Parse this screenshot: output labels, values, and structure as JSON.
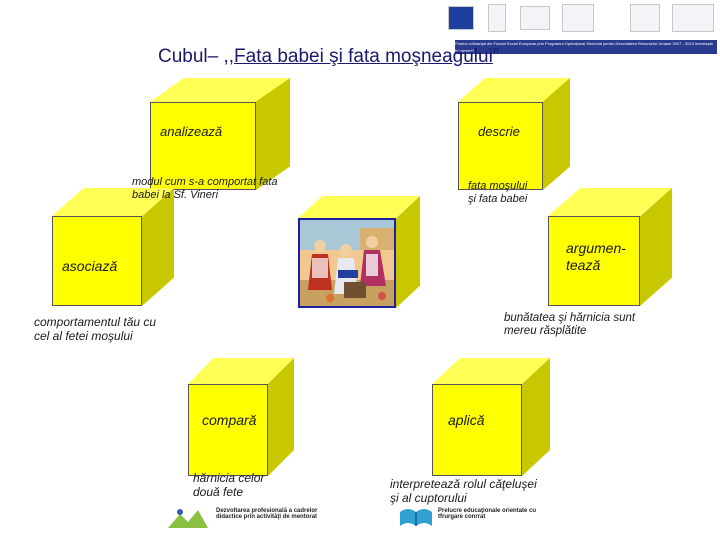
{
  "title": {
    "prefix": "Cubul– ,,",
    "underlined": "Fata babei şi fata moşneagului",
    "suffix": "”"
  },
  "faces": {
    "top_left": "analizează",
    "top_right": "descrie",
    "left": "asociază",
    "right": "argumen-\ntează",
    "bottom_left": "compară",
    "bottom_right": "aplică"
  },
  "details": {
    "top_left": "modul cum s-a comportat fata\nbabei la Sf. Vineri",
    "top_right": "fata moşului\nşi fata babei",
    "left": "comportamentul  tău  cu\ncel al fetei moşului",
    "right": "bunătatea  şi  hărnicia   sunt\nmereu răsplătite",
    "bottom_left": "hărnicia celor\ndouă fete",
    "bottom_right": "interpretează rolul căţeluşei\nşi al cuptorului"
  },
  "header": {
    "banner_text": "Proiect cofinanţat din Fondul Social European prin Programul Operaţional Sectorial pentru Dezvoltarea Resurselor Umane 2007 - 2013 Investeşte în oameni!"
  },
  "footer": {
    "left_logo_text": "Dezvoltarea profesională a cadrelor didactice prin activităţi de mentorat",
    "right_logo_text": "Prelucre educaţionale orientate cu tfrurgare conrrat"
  },
  "colors": {
    "cube_front": "#ffff00",
    "cube_top": "#ffff55",
    "cube_side": "#c8c800",
    "title": "#1a1a6e",
    "center_border": "#1f1fa0"
  }
}
